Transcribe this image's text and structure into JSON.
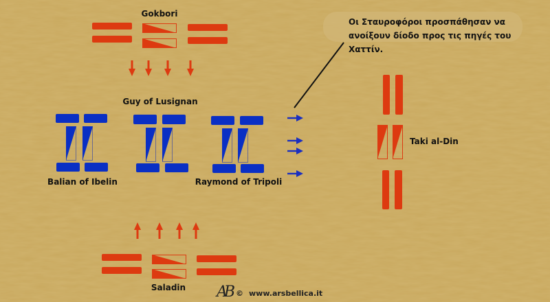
{
  "labels": {
    "gokbori": "Gokbori",
    "guy": "Guy of Lusignan",
    "balian": "Balian of Ibelin",
    "raymond": "Raymond of Tripoli",
    "taki": "Taki al-Din",
    "saladin": "Saladin"
  },
  "note": {
    "lines": [
      "Οι Σταυροφόροι προσπάθησαν να",
      "ανοίξουν δίοδο προς τις πηγές του",
      "Χαττίν."
    ]
  },
  "credit": {
    "logo": "AB",
    "copyright": "©",
    "site": "www.arsbellica.it"
  },
  "colors": {
    "background": "#c9a95f",
    "muslim": "#dd3a10",
    "crusader": "#0a2fc4",
    "arrow_crusader": "#1a2fc0"
  }
}
